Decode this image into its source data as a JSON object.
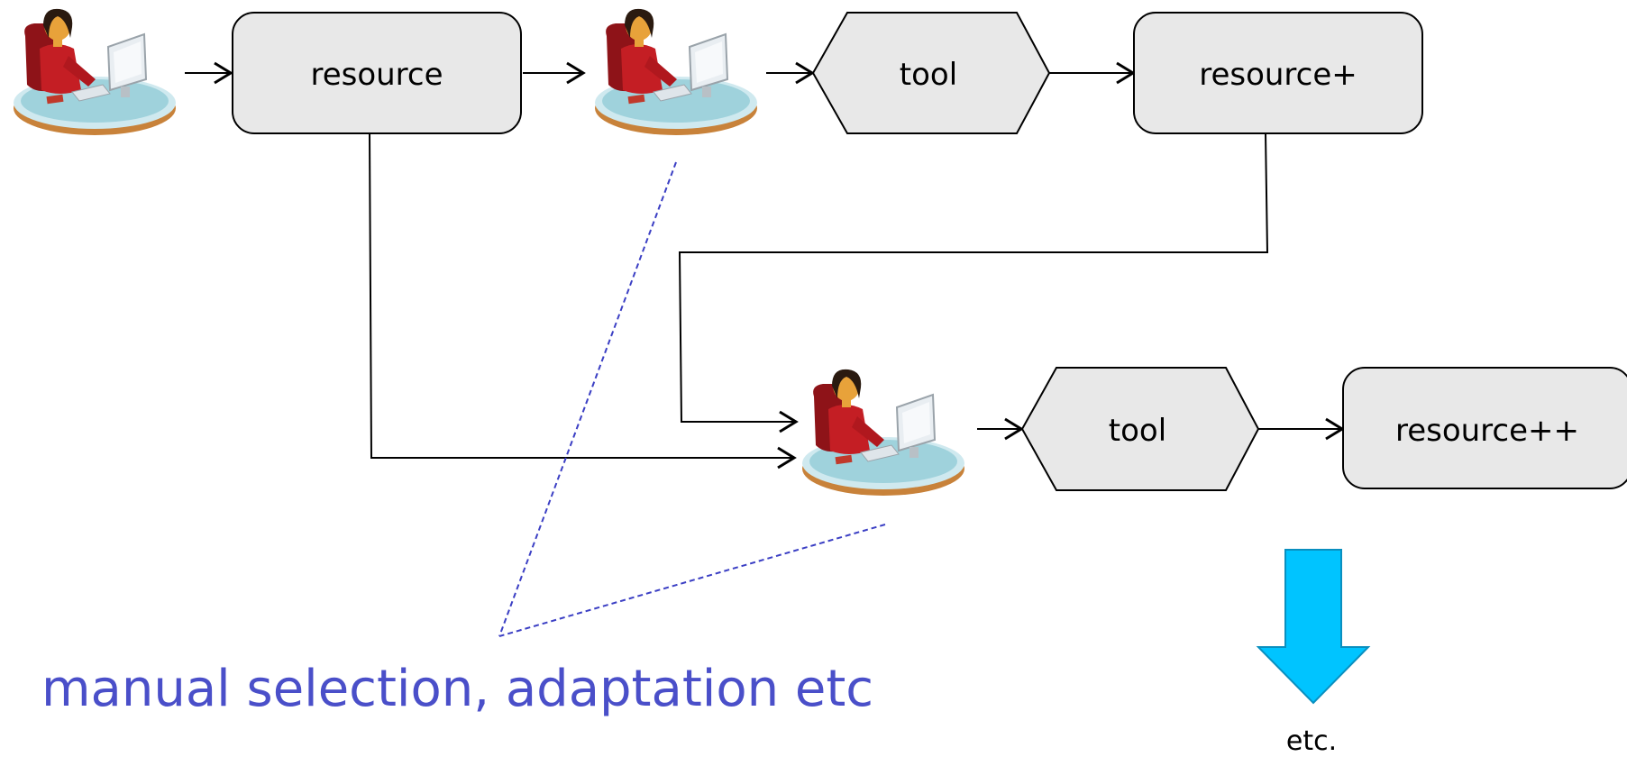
{
  "nodes": {
    "resource_1": {
      "label": "resource",
      "shape": "rounded-rect"
    },
    "tool_1": {
      "label": "tool",
      "shape": "hexagon"
    },
    "resource_plus": {
      "label": "resource+",
      "shape": "rounded-rect"
    },
    "tool_2": {
      "label": "tool",
      "shape": "hexagon"
    },
    "resource_plus_plus": {
      "label": "resource++",
      "shape": "rounded-rect"
    }
  },
  "people": [
    {
      "name": "person-1",
      "icon": "person-at-computer-icon"
    },
    {
      "name": "person-2",
      "icon": "person-at-computer-icon"
    },
    {
      "name": "person-3",
      "icon": "person-at-computer-icon"
    }
  ],
  "annotation": {
    "caption": "manual selection, adaptation etc",
    "color": "#4a4fc9"
  },
  "continuation": {
    "label": "etc.",
    "arrow_color": "#00c4ff",
    "icon": "down-arrow-icon"
  },
  "colors": {
    "node_fill": "#e8e8e8",
    "stroke": "#000000",
    "dashed_line": "#3b3fc4"
  }
}
